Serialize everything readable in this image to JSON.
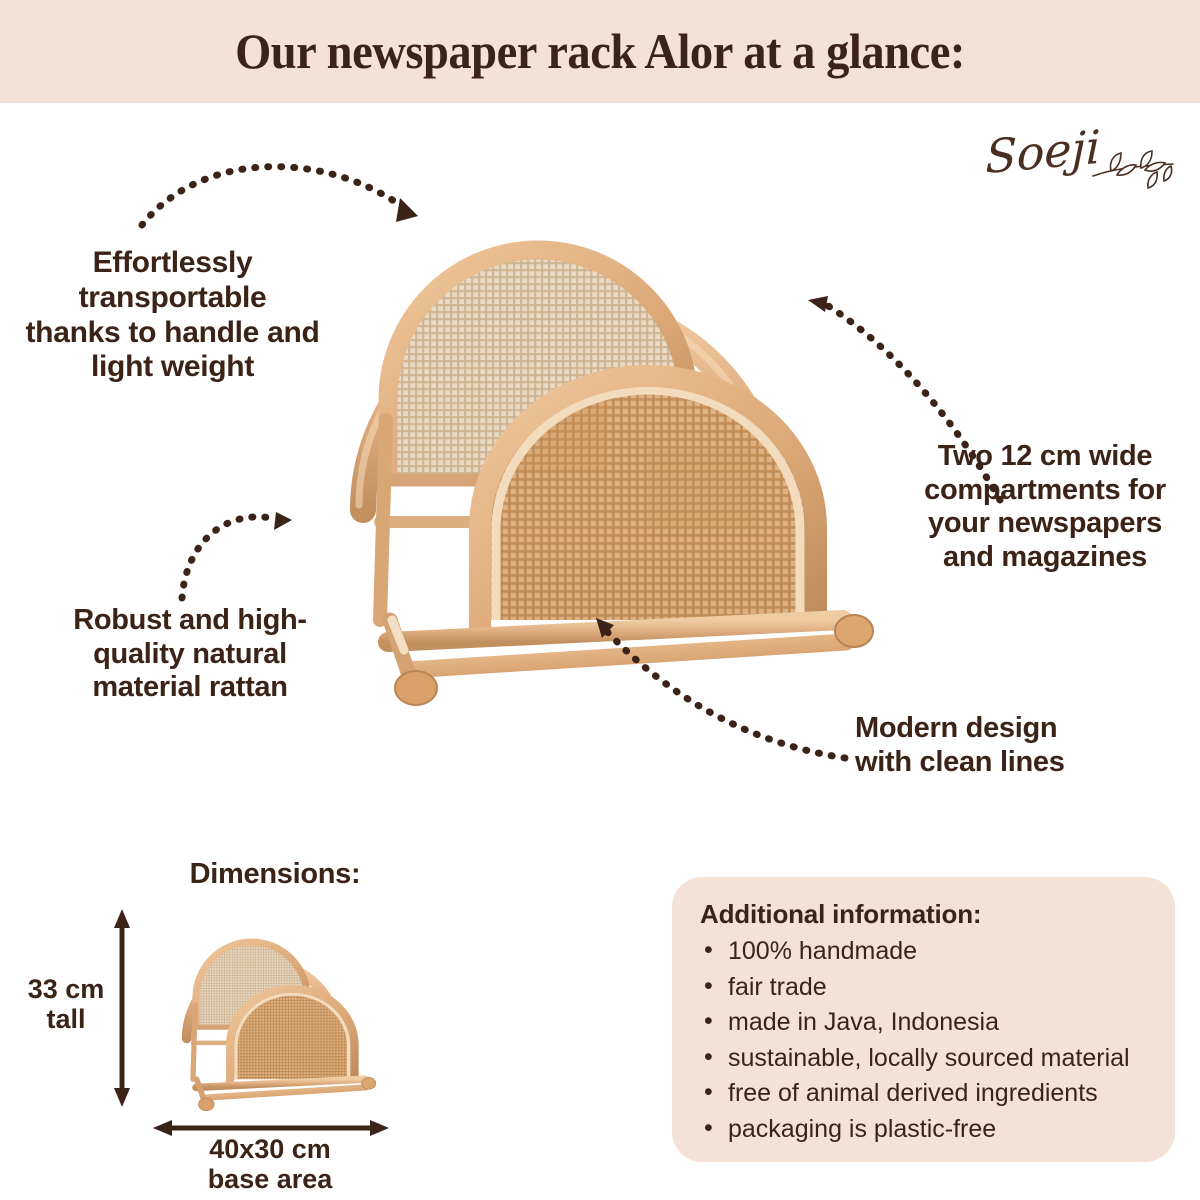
{
  "header": {
    "title": "Our newspaper rack Alor at a glance:",
    "band_color": "#F4E2D7",
    "text_color": "#3C2317"
  },
  "brand": {
    "logo_text": "Soeji",
    "logo_icon": "leafy-branch-icon"
  },
  "callouts": [
    {
      "id": "transportable",
      "text": "Effortlessly transportable thanks to handle and light weight",
      "lines": [
        "Effortlessly transportable",
        "thanks to handle and",
        "light weight"
      ]
    },
    {
      "id": "compartments",
      "text": "Two 12 cm wide compartments for your newspapers and magazines",
      "lines": [
        "Two 12 cm wide",
        "compartments for",
        "your newspapers",
        "and magazines"
      ]
    },
    {
      "id": "material",
      "text": "Robust and high-quality natural material rattan",
      "lines": [
        "Robust and high-",
        "quality natural",
        "material rattan"
      ]
    },
    {
      "id": "design",
      "text": "Modern design with clean lines",
      "lines": [
        "Modern design",
        "with clean lines"
      ]
    }
  ],
  "dimensions": {
    "title": "Dimensions:",
    "height_label_line1": "33 cm",
    "height_label_line2": "tall",
    "base_label_line1": "40x30 cm",
    "base_label_line2": "base area"
  },
  "additional_info": {
    "title": "Additional information:",
    "items": [
      "100% handmade",
      "fair trade",
      "made in Java, Indonesia",
      "sustainable, locally sourced material",
      "free of animal derived ingredients",
      "packaging is plastic-free"
    ],
    "box_color": "#F4E2D7"
  },
  "product": {
    "name": "newspaper rack Alor",
    "material": "rattan",
    "cane_color": "#E0B180",
    "mesh_color": "#D9A86C"
  }
}
